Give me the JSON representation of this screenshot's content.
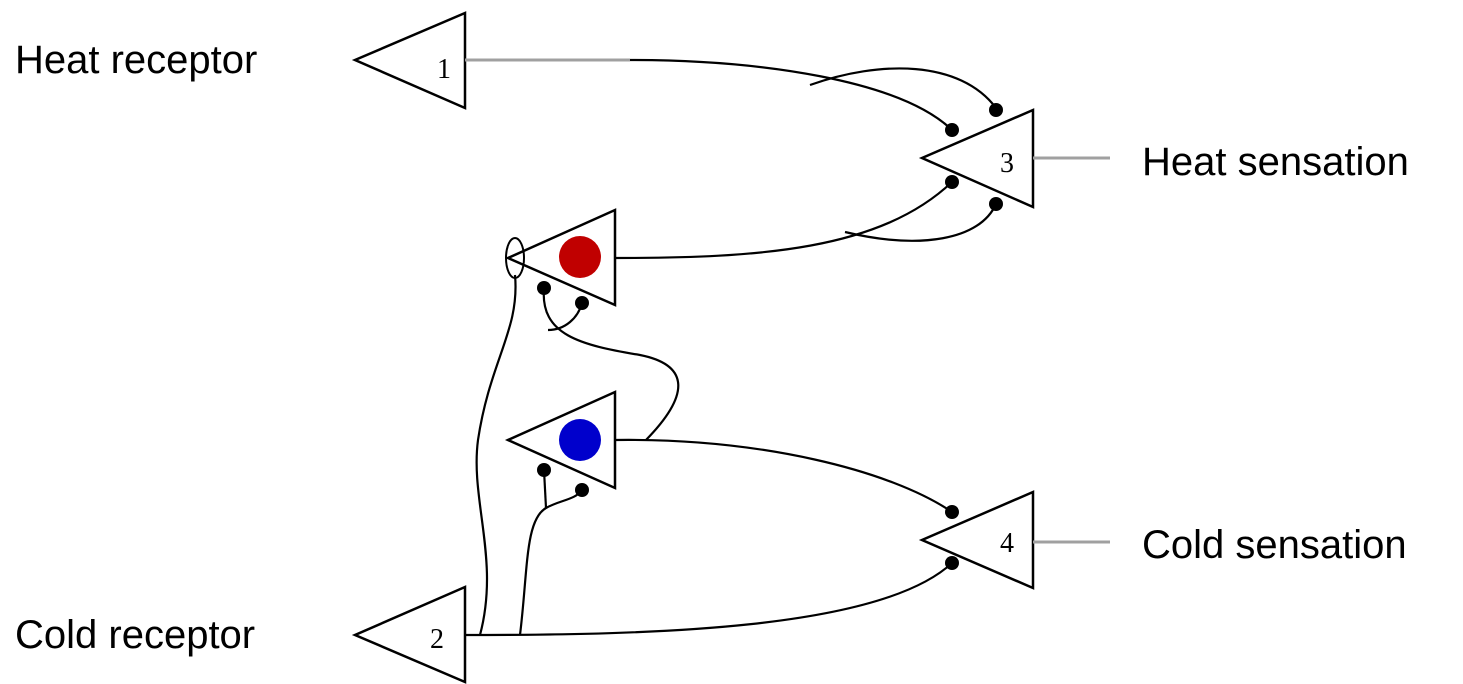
{
  "labels": {
    "heat_receptor": "Heat receptor",
    "heat_sensation": "Heat sensation",
    "cold_sensation": "Cold sensation",
    "cold_receptor": "Cold receptor"
  },
  "neurons": {
    "n1": "1",
    "n2": "2",
    "n3": "3",
    "n4": "4"
  },
  "colors": {
    "line": "#000000",
    "output_line": "#a0a0a0",
    "red_interneuron": "#c00000",
    "blue_interneuron": "#0000cc"
  }
}
